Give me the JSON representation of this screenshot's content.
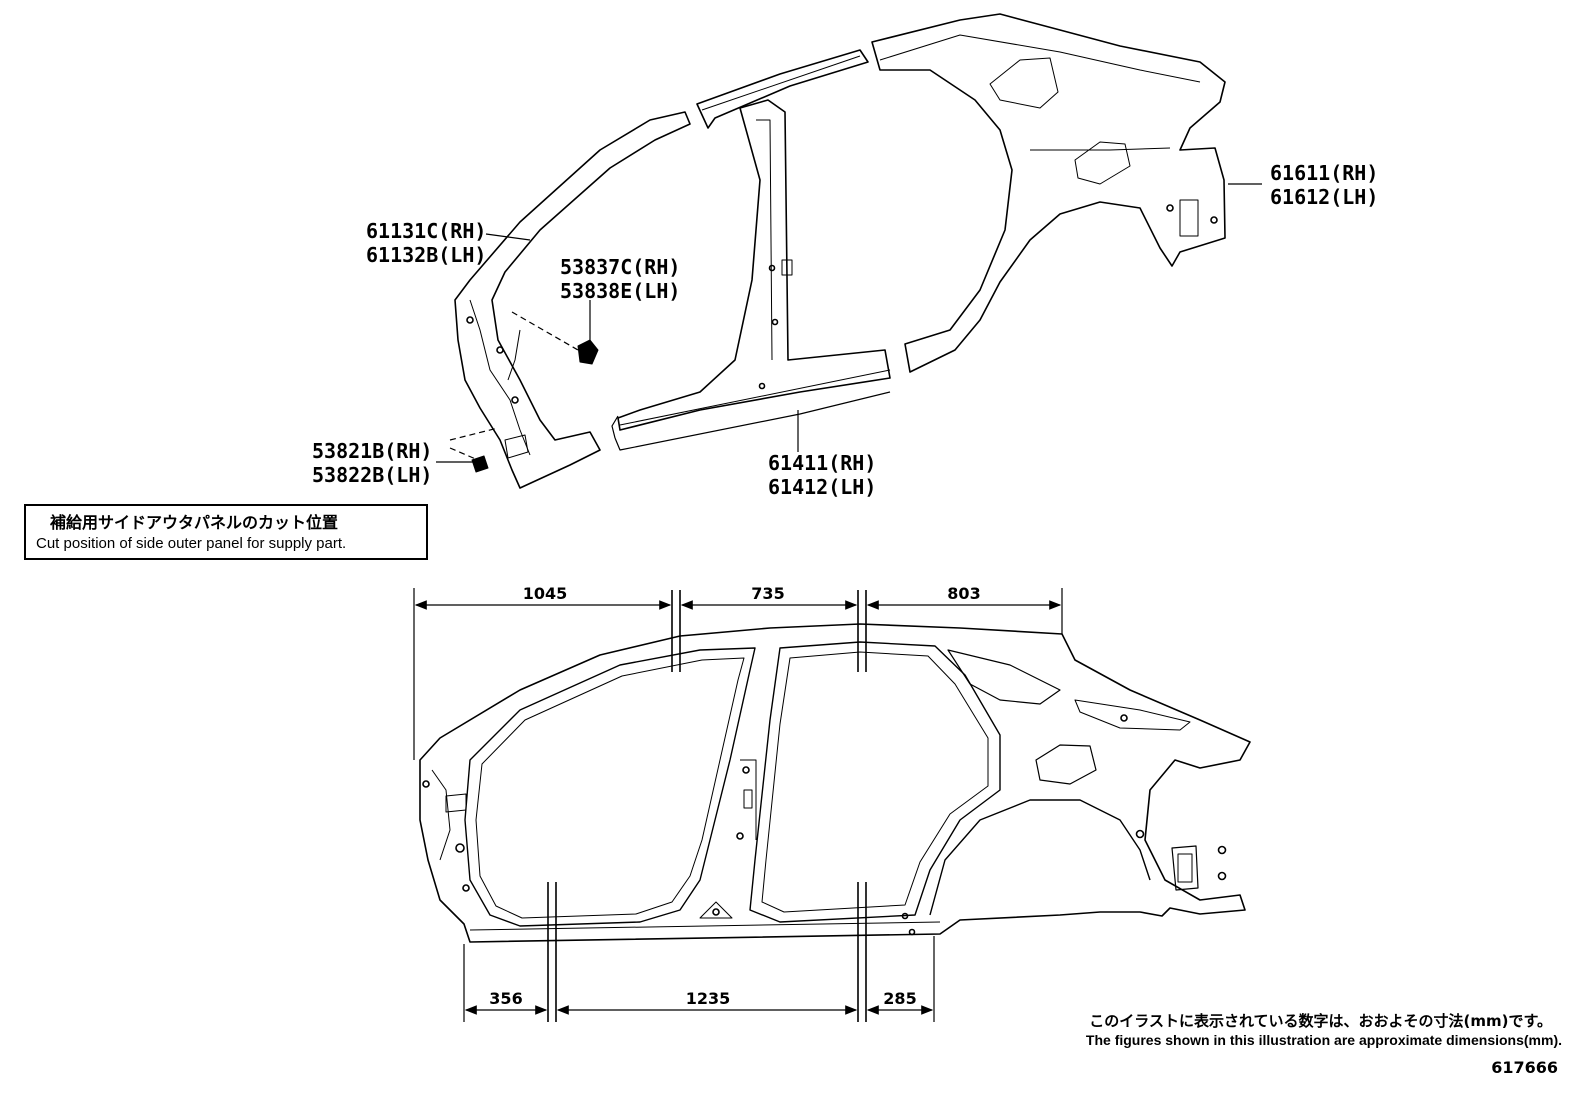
{
  "part_labels": {
    "p61611": "61611(RH)",
    "p61612": "61612(LH)",
    "p61131": "61131C(RH)",
    "p61132": "61132B(LH)",
    "p53837": "53837C(RH)",
    "p53838": "53838E(LH)",
    "p53821": "53821B(RH)",
    "p53822": "53822B(LH)",
    "p61411": "61411(RH)",
    "p61412": "61412(LH)"
  },
  "note": {
    "jp": "補給用サイドアウタパネルのカット位置",
    "en": "Cut position of side outer panel for supply part."
  },
  "dimensions": {
    "top": [
      "1045",
      "735",
      "803"
    ],
    "bottom": [
      "356",
      "1235",
      "285"
    ]
  },
  "footer": {
    "jp": "このイラストに表示されている数字は、おおよその寸法(mm)です。",
    "en": "The figures shown in this illustration are approximate dimensions(mm).",
    "illustration_id": "617666"
  }
}
